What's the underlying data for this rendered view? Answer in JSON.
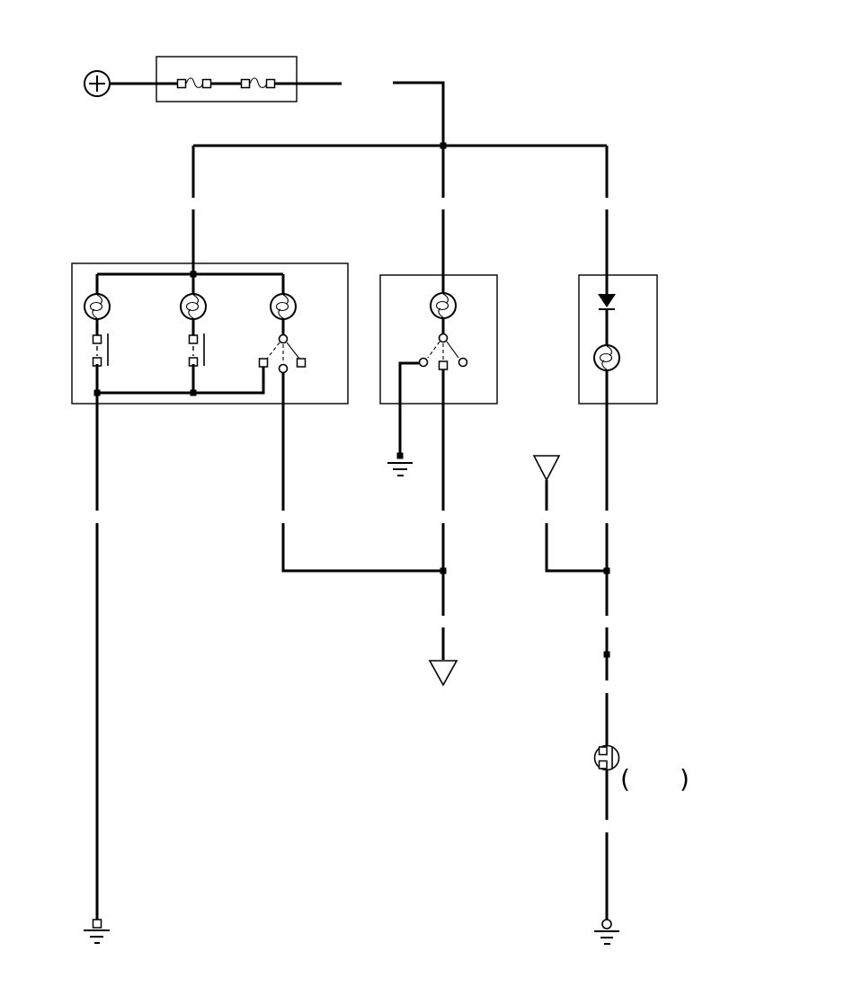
{
  "page": {
    "kind": "automotive wiring diagram",
    "background_color": "#ffffff",
    "line_color": "#000000"
  },
  "labels": {
    "open_paren": "(",
    "close_paren": ")"
  },
  "components": {
    "power": "battery-positive-terminal",
    "fuse_box": {
      "fuse_count": 2
    },
    "left_unit": {
      "bulb_count": 3,
      "plunger_switch_count": 2,
      "three_position_switch_count": 1
    },
    "center_unit": {
      "bulb_count": 1,
      "three_position_switch_count": 1
    },
    "right_unit": {
      "diode_count": 1,
      "bulb_count": 1
    },
    "ground_count": 3,
    "triangle_connector_count": 2,
    "inline_connector_count": 1,
    "junction_dot_count": 7
  }
}
